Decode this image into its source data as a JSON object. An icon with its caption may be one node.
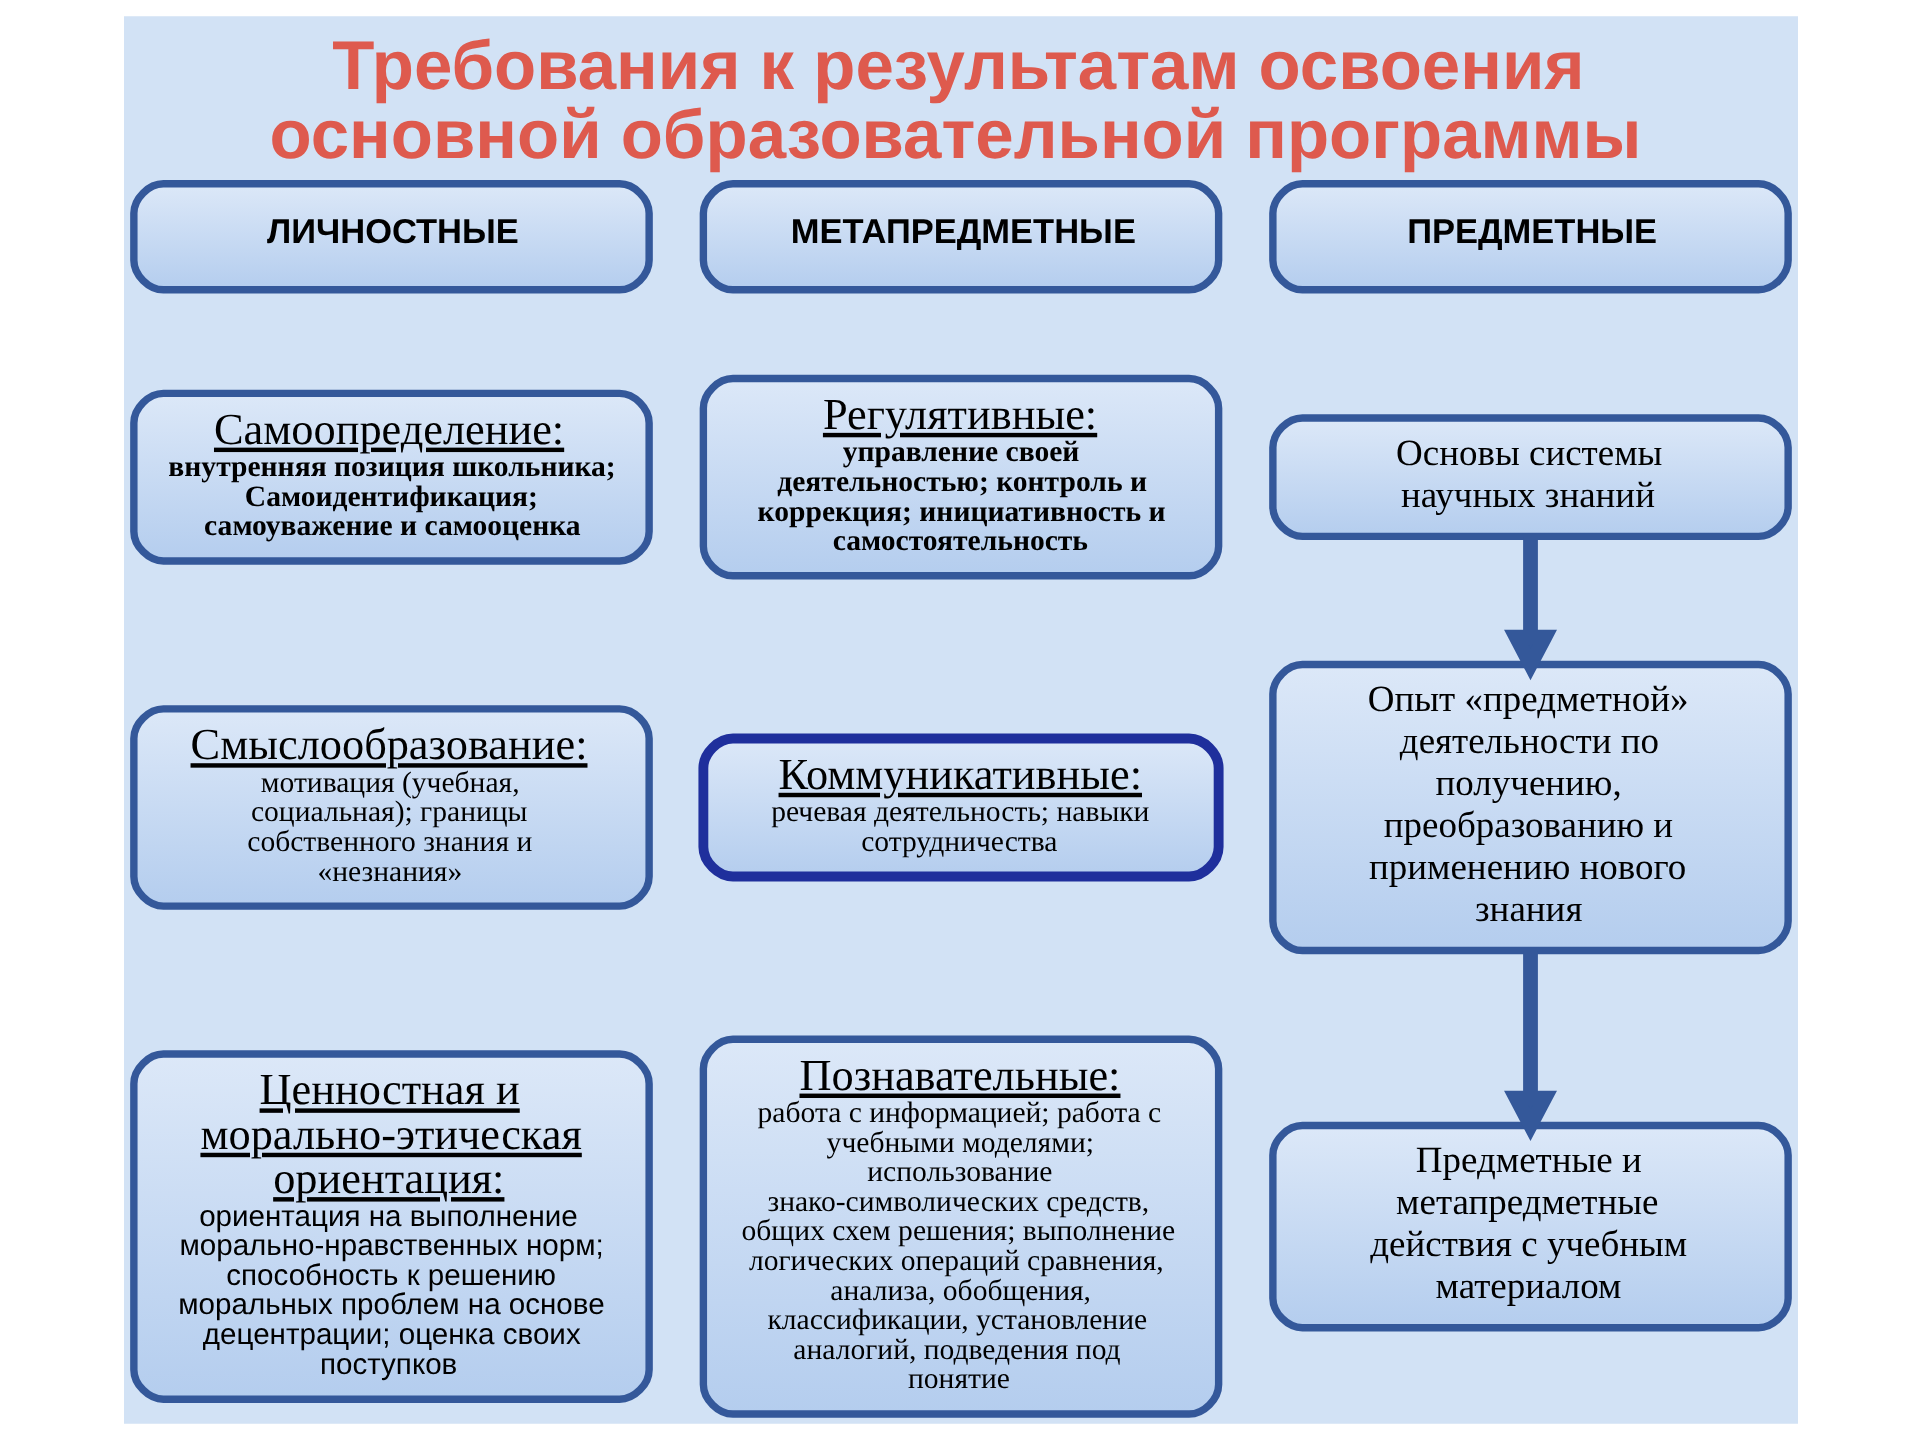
{
  "diagram": {
    "title": "Требования к результатам освоения основной образовательной программы",
    "nodes": [
      {
        "text": [
          "ЛИЧНОСТНЫЕ"
        ]
      },
      {
        "text": [
          "Самоопределение:",
          "внутренняя позиция школьника; Самоидентификация; самоуважение и самооценка"
        ]
      },
      {
        "text": [
          "Смыслообразование:",
          "мотивация (учебная, социальная); границы собственного знания и «незнания»"
        ]
      },
      {
        "text": [
          "Ценностная и морально-этическая ориентация:",
          "ориентация на выполнение морально-нравственных норм; способность к решению моральных проблем на основе децентрации; оценка своих поступков"
        ]
      },
      {
        "text": [
          "МЕТАПРЕДМЕТНЫЕ"
        ]
      },
      {
        "text": [
          "Регулятивные:",
          "управление своей деятельностью; контроль и коррекция; инициативность и самостоятельность"
        ]
      },
      {
        "text": [
          "Коммуникативные:",
          "речевая деятельность; навыки сотрудничества"
        ]
      },
      {
        "text": [
          "Познавательные:",
          "работа с информацией; работа с учебными моделями; использование знако-символических средств, общих схем решения; выполнение логических операций сравнения, анализа, обобщения, классификации, установление аналогий, подведения под понятие"
        ]
      },
      {
        "text": [
          "ПРЕДМЕТНЫЕ"
        ]
      },
      {
        "text": [
          "Основы системы научных знаний"
        ]
      },
      {
        "text": [
          "Опыт «предметной» деятельности по получению, преобразованию и применению нового знания"
        ]
      },
      {
        "text": [
          "Предметные и метапредметные действия с учебным материалом"
        ]
      }
    ],
    "edges": [
      {
        "from": 9,
        "to": 10,
        "arrow": "to"
      },
      {
        "from": 10,
        "to": 11,
        "arrow": "to"
      }
    ]
  }
}
